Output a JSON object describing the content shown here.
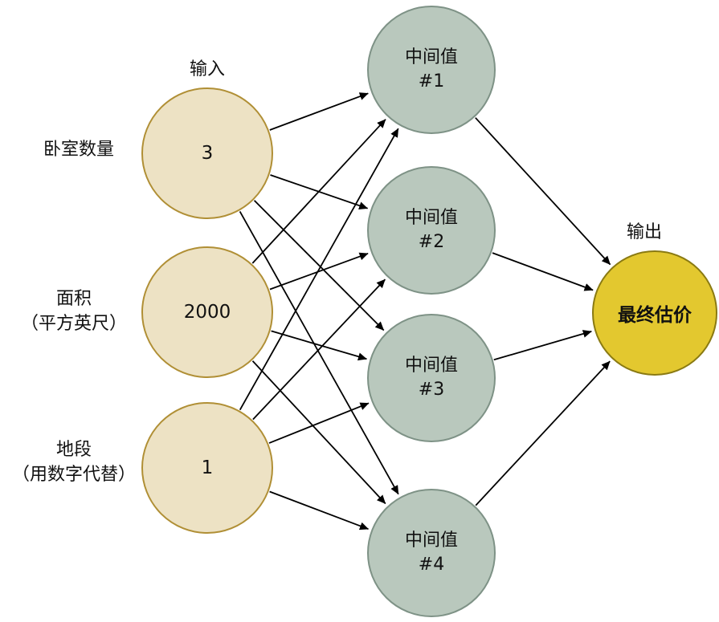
{
  "diagram": {
    "input_group_label": "输入",
    "output_group_label": "输出",
    "inputs": [
      {
        "label_line1": "卧室数量",
        "label_line2": "",
        "value": "3"
      },
      {
        "label_line1": "面积",
        "label_line2": "（平方英尺）",
        "value": "2000"
      },
      {
        "label_line1": "地段",
        "label_line2": "（用数字代替）",
        "value": "1"
      }
    ],
    "hidden_nodes": [
      {
        "line1": "中间值",
        "line2": "#1"
      },
      {
        "line1": "中间值",
        "line2": "#2"
      },
      {
        "line1": "中间值",
        "line2": "#3"
      },
      {
        "line1": "中间值",
        "line2": "#4"
      }
    ],
    "output_node": {
      "label": "最终估价"
    },
    "edges": [
      [
        "i1",
        "h1"
      ],
      [
        "i1",
        "h2"
      ],
      [
        "i1",
        "h3"
      ],
      [
        "i1",
        "h4"
      ],
      [
        "i2",
        "h1"
      ],
      [
        "i2",
        "h2"
      ],
      [
        "i2",
        "h3"
      ],
      [
        "i2",
        "h4"
      ],
      [
        "i3",
        "h1"
      ],
      [
        "i3",
        "h2"
      ],
      [
        "i3",
        "h3"
      ],
      [
        "i3",
        "h4"
      ],
      [
        "h1",
        "o"
      ],
      [
        "h2",
        "o"
      ],
      [
        "h3",
        "o"
      ],
      [
        "h4",
        "o"
      ]
    ],
    "colors": {
      "input_fill": "#ede2c4",
      "input_border": "#b08f35",
      "hidden_fill": "#b9c8bd",
      "hidden_border": "#7e9286",
      "output_fill": "#e3c82f",
      "output_border": "#8a7a12",
      "edge": "#000000"
    }
  }
}
